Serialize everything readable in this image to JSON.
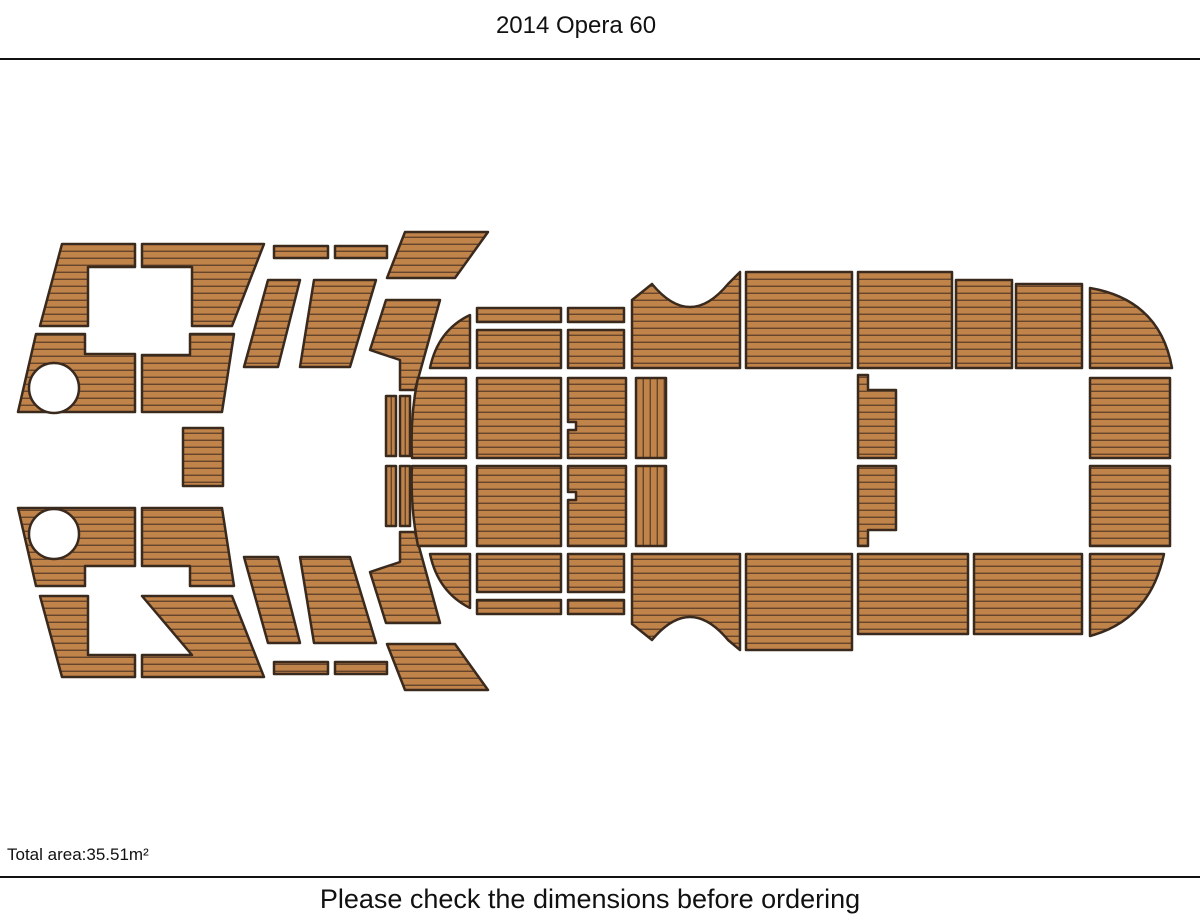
{
  "header": {
    "title": "2014 Opera 60"
  },
  "summary": {
    "total_area": "Total area:35.51m²"
  },
  "footer": {
    "notice": "Please check the dimensions before ordering"
  },
  "colors": {
    "teak": "#c0834a",
    "caulk": "#3a2a1e",
    "background": "#ffffff"
  }
}
